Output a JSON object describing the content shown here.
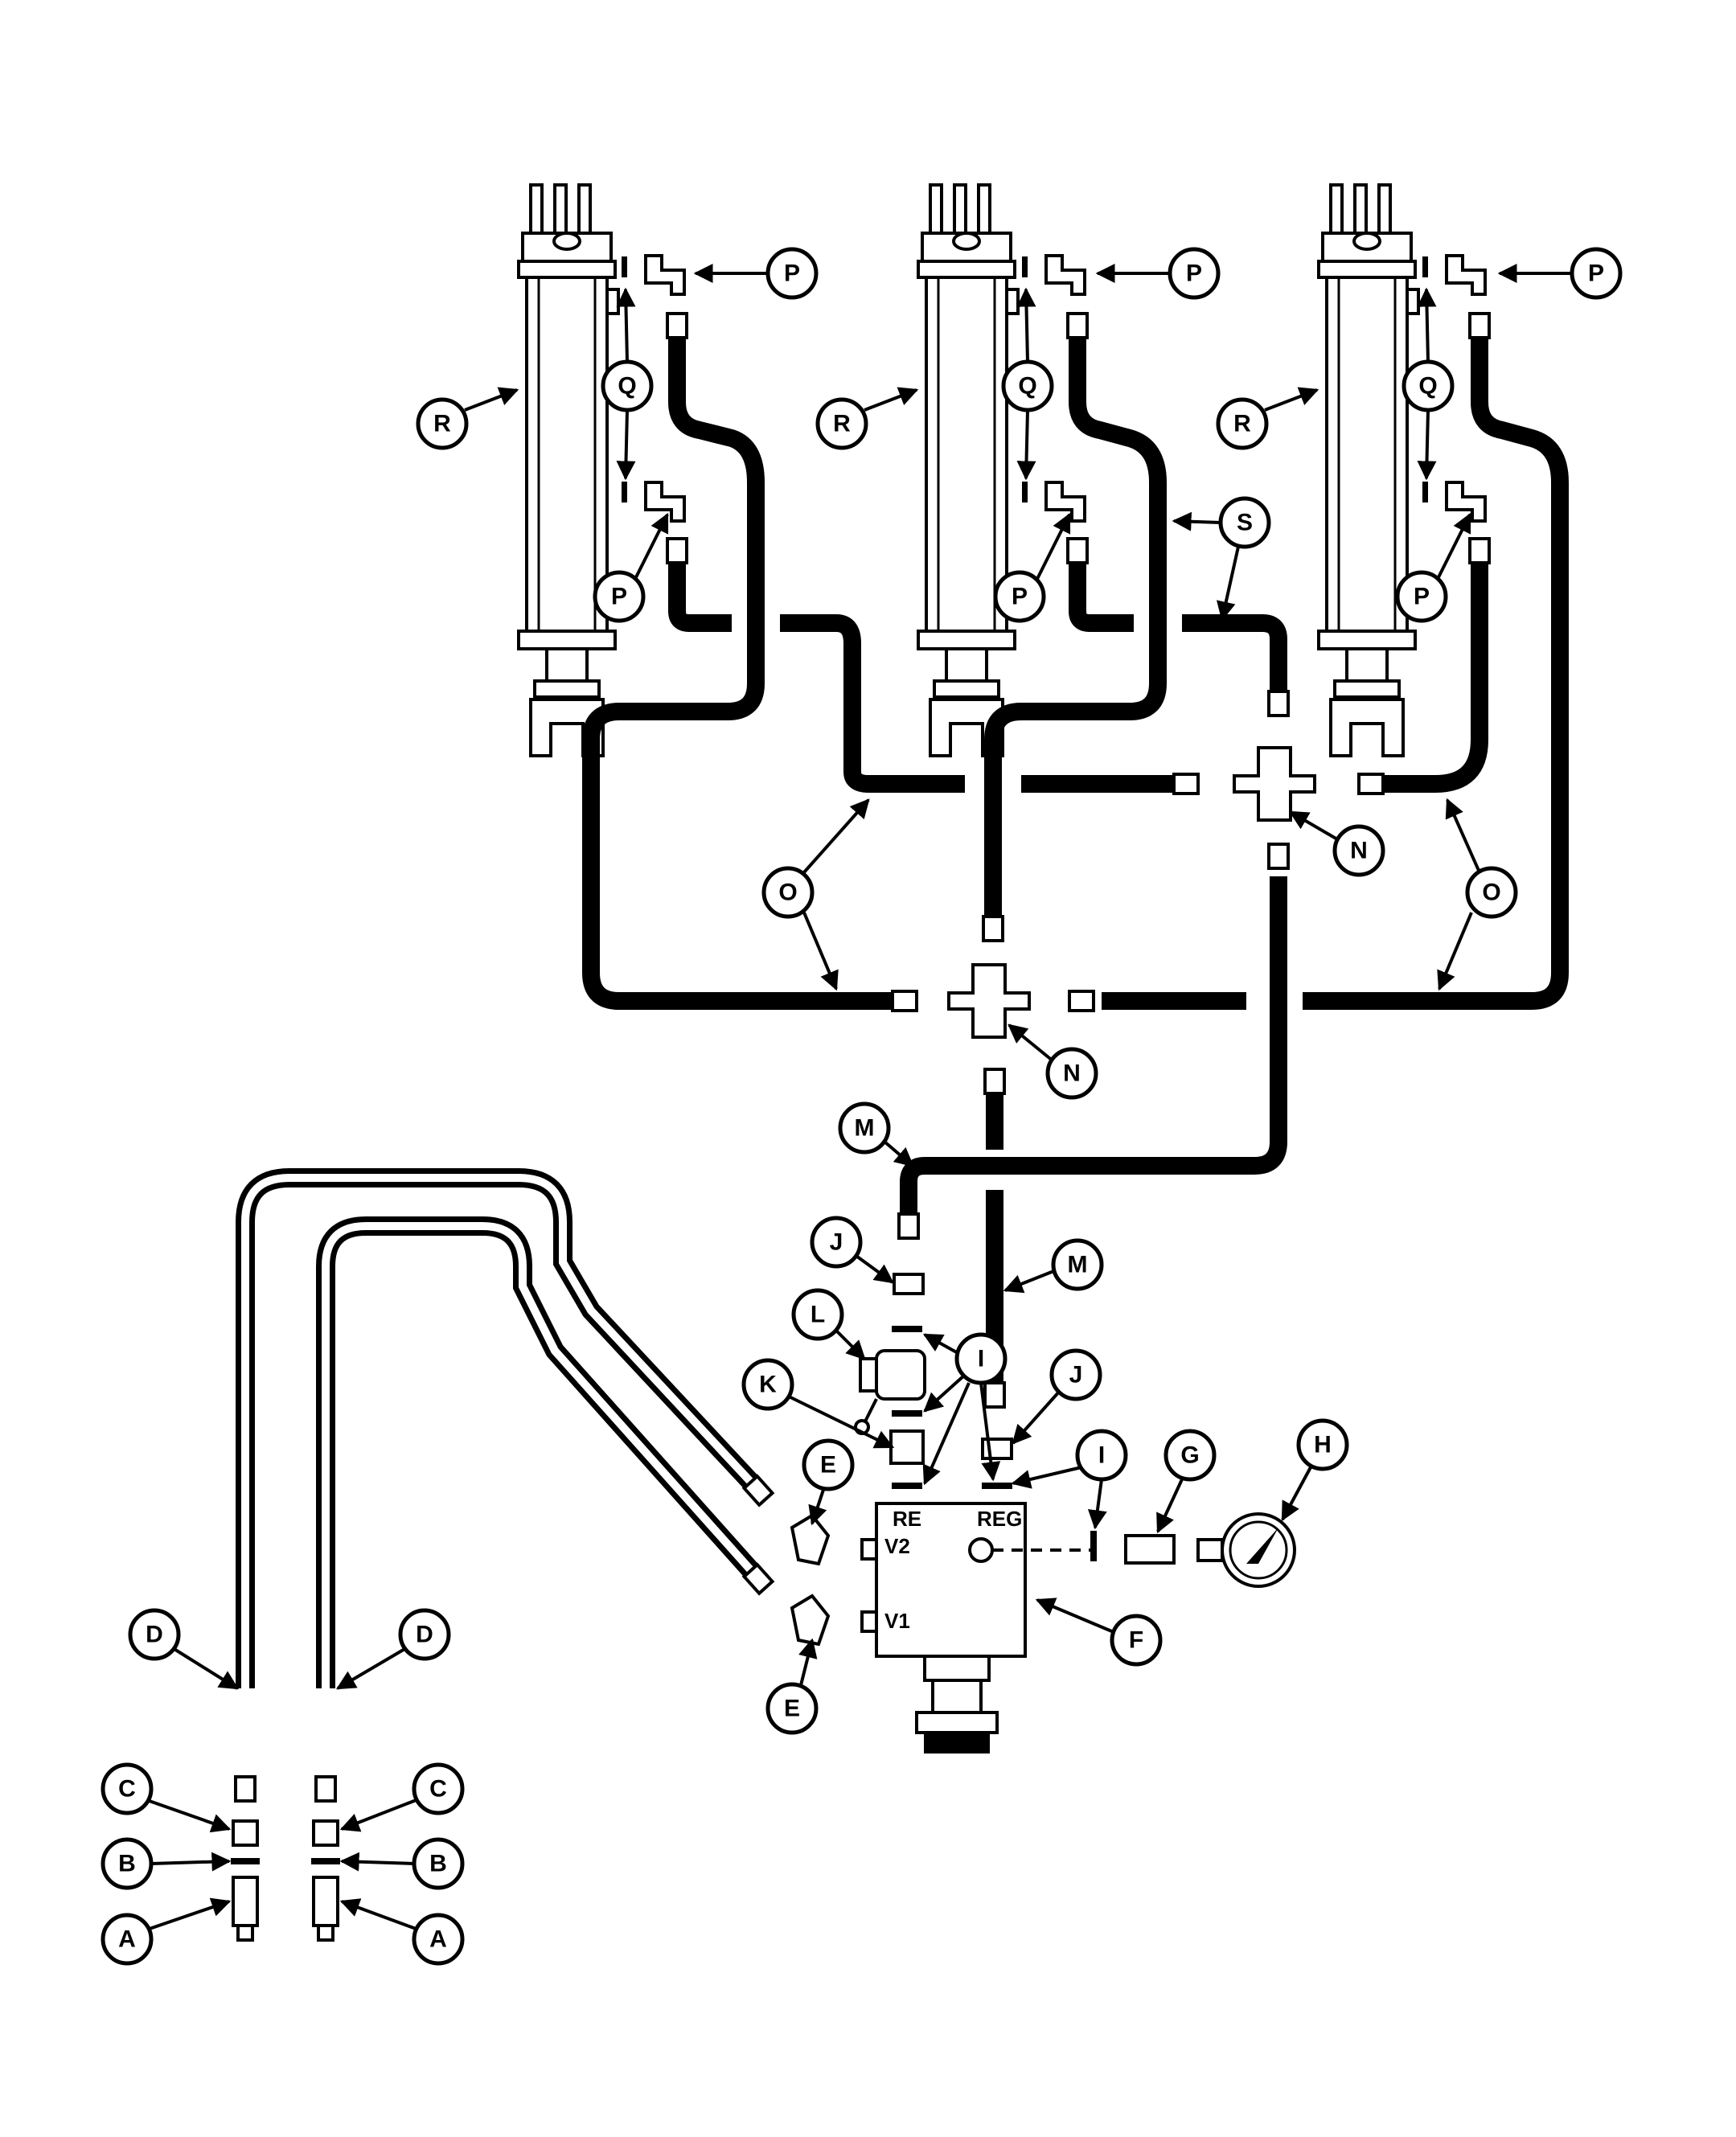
{
  "callouts": {
    "A": "A",
    "B": "B",
    "C": "C",
    "D": "D",
    "E": "E",
    "F": "F",
    "G": "G",
    "H": "H",
    "I": "I",
    "J": "J",
    "K": "K",
    "L": "L",
    "M": "M",
    "N": "N",
    "O": "O",
    "P": "P",
    "Q": "Q",
    "R": "R",
    "S": "S"
  },
  "valve_ports": {
    "re": "RE",
    "reg": "REG",
    "v1": "V1",
    "v2": "V2"
  }
}
